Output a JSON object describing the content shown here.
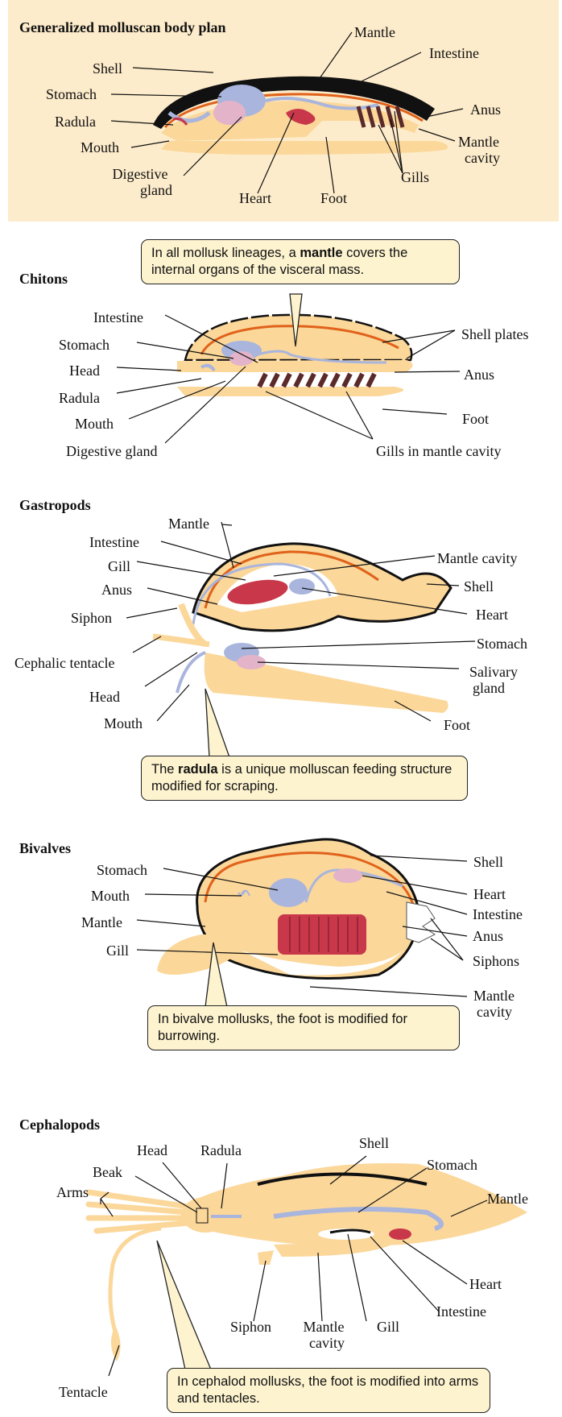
{
  "sections": {
    "general": {
      "title": "Generalized molluscan body plan",
      "labels": {
        "mantle": "Mantle",
        "intestine": "Intestine",
        "shell": "Shell",
        "stomach": "Stomach",
        "radula": "Radula",
        "mouth": "Mouth",
        "digestive_gland_1": "Digestive",
        "digestive_gland_2": "gland",
        "heart": "Heart",
        "foot": "Foot",
        "gills": "Gills",
        "anus": "Anus",
        "mantle_cavity_1": "Mantle",
        "mantle_cavity_2": "cavity"
      }
    },
    "chitons": {
      "title": "Chitons",
      "callout_pre": "In all mollusk lineages, a ",
      "callout_bold": "mantle",
      "callout_post": " covers the internal organs of the visceral mass.",
      "labels": {
        "intestine": "Intestine",
        "stomach": "Stomach",
        "head": "Head",
        "radula": "Radula",
        "mouth": "Mouth",
        "digestive_gland": "Digestive gland",
        "shell_plates": "Shell plates",
        "anus": "Anus",
        "foot": "Foot",
        "gills": "Gills in mantle cavity"
      }
    },
    "gastropods": {
      "title": "Gastropods",
      "callout_pre": "The ",
      "callout_bold": "radula",
      "callout_post": " is a unique molluscan feeding structure modified for scraping.",
      "labels": {
        "mantle": "Mantle",
        "intestine": "Intestine",
        "gill": "Gill",
        "anus": "Anus",
        "siphon": "Siphon",
        "cephalic_tentacle": "Cephalic tentacle",
        "head": "Head",
        "mouth": "Mouth",
        "mantle_cavity": "Mantle cavity",
        "shell": "Shell",
        "heart": "Heart",
        "stomach": "Stomach",
        "salivary_1": "Salivary",
        "salivary_2": "gland",
        "foot": "Foot"
      }
    },
    "bivalves": {
      "title": "Bivalves",
      "callout": "In bivalve mollusks, the foot is modified for burrowing.",
      "labels": {
        "stomach": "Stomach",
        "mouth": "Mouth",
        "mantle": "Mantle",
        "gill": "Gill",
        "shell": "Shell",
        "heart": "Heart",
        "intestine": "Intestine",
        "anus": "Anus",
        "siphons": "Siphons",
        "mantle_cavity_1": "Mantle",
        "mantle_cavity_2": "cavity"
      }
    },
    "cephalopods": {
      "title": "Cephalopods",
      "callout": "In cephalod mollusks, the foot is modified into arms and tentacles.",
      "labels": {
        "head": "Head",
        "radula": "Radula",
        "beak": "Beak",
        "arms": "Arms",
        "shell": "Shell",
        "stomach": "Stomach",
        "mantle": "Mantle",
        "heart": "Heart",
        "intestine": "Intestine",
        "siphon": "Siphon",
        "mantle_cavity_1": "Mantle",
        "mantle_cavity_2": "cavity",
        "gill": "Gill",
        "tentacle": "Tentacle"
      }
    }
  },
  "colors": {
    "panel_bg": "#fdeccb",
    "body": "#fbd79a",
    "shell": "#111111",
    "mantle": "#e0621b",
    "stomach": "#a9b5dc",
    "gland": "#e3b3c9",
    "heart": "#c8384a",
    "gill": "#c8384a",
    "callout_bg": "#fdf3cf"
  }
}
